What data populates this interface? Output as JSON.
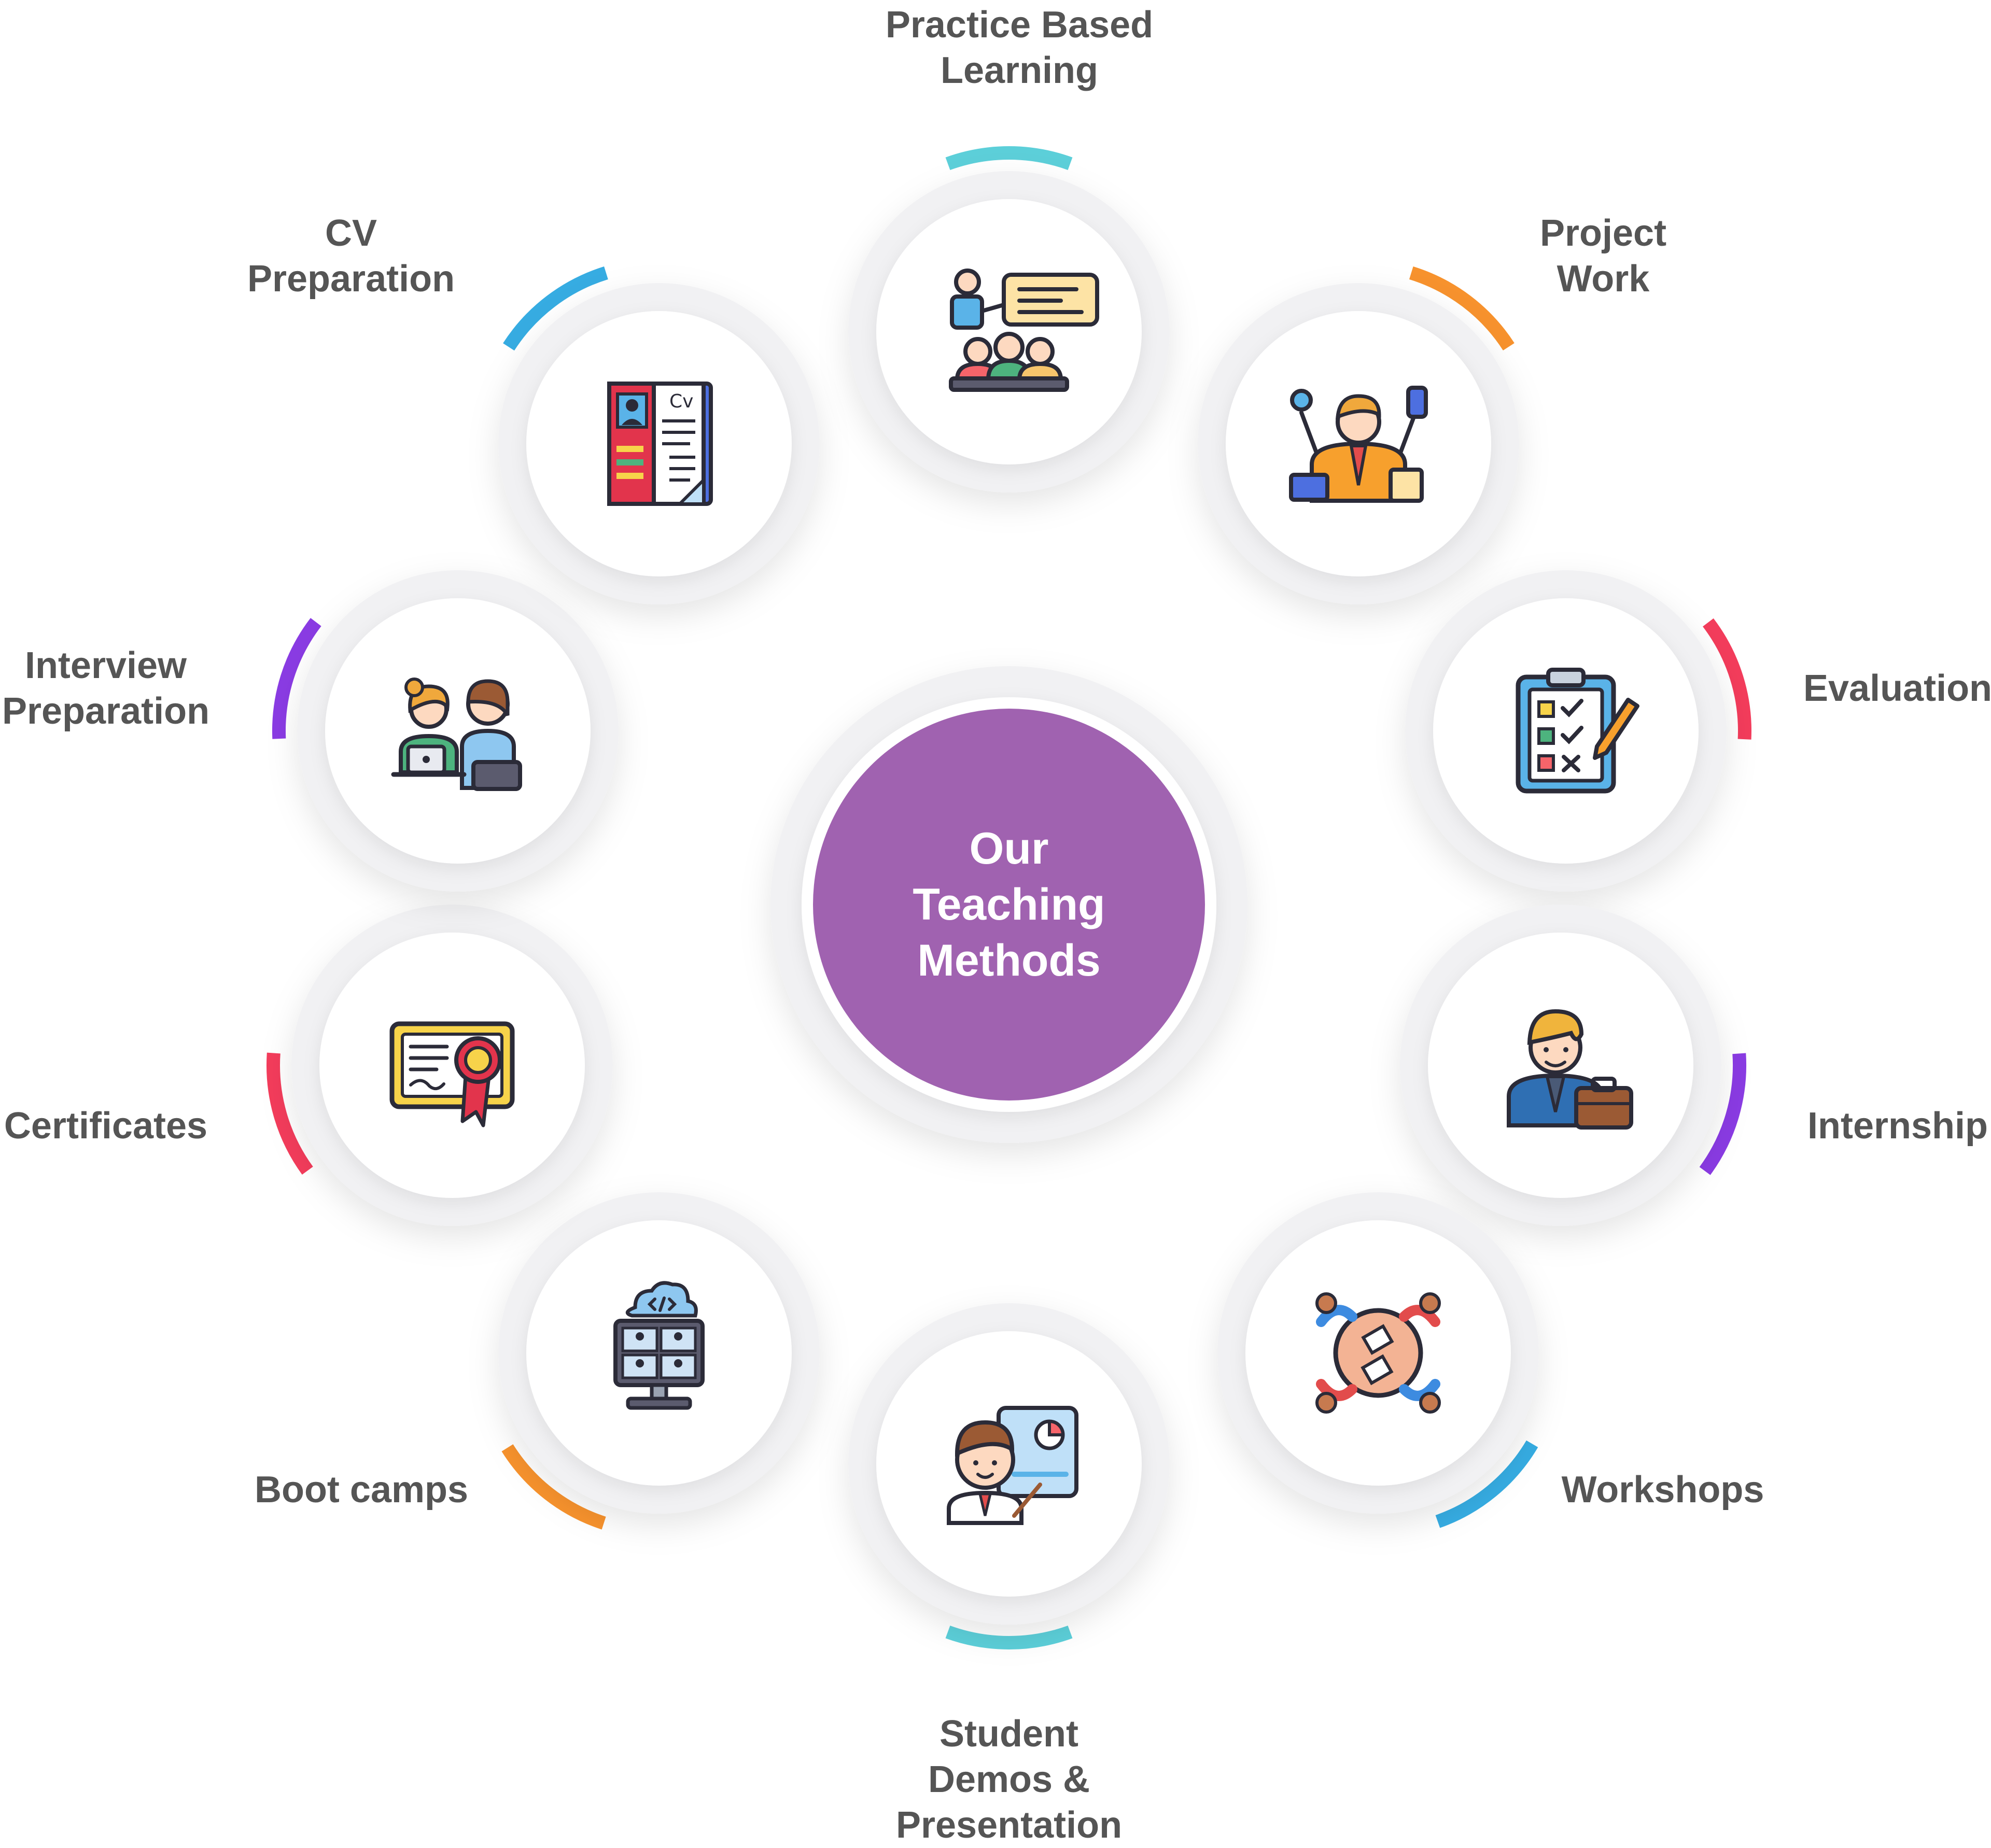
{
  "center": {
    "title_lines": [
      "Our",
      "Teaching",
      "Methods"
    ],
    "color": "#a062b0"
  },
  "methods": [
    {
      "id": "practice-based-learning",
      "lines": [
        "Practice Based",
        "Learning"
      ],
      "accent": "#5ccfd9",
      "icon": "classroom-presentation-icon"
    },
    {
      "id": "project-work",
      "lines": [
        "Project",
        "Work"
      ],
      "accent": "#f7922d",
      "icon": "multitasking-businessman-icon"
    },
    {
      "id": "evaluation",
      "lines": [
        "Evaluation"
      ],
      "accent": "#f33c5b",
      "icon": "checklist-clipboard-icon"
    },
    {
      "id": "internship",
      "lines": [
        "Internship"
      ],
      "accent": "#8a3be3",
      "icon": "employee-with-briefcase-icon"
    },
    {
      "id": "workshops",
      "lines": [
        "Workshops"
      ],
      "accent": "#36ace2",
      "icon": "teamwork-table-icon"
    },
    {
      "id": "student-demos",
      "lines": [
        "Student",
        "Demos &",
        "Presentation"
      ],
      "accent": "#5ccfd9",
      "icon": "student-presenting-icon"
    },
    {
      "id": "boot-camps",
      "lines": [
        "Boot camps"
      ],
      "accent": "#f7922d",
      "icon": "online-meeting-monitor-icon"
    },
    {
      "id": "certificates",
      "lines": [
        "Certificates"
      ],
      "accent": "#f33c5b",
      "icon": "certificate-ribbon-icon"
    },
    {
      "id": "interview-preparation",
      "lines": [
        "Interview",
        "Preparation"
      ],
      "accent": "#8a3be3",
      "icon": "interview-people-icon"
    },
    {
      "id": "cv-preparation",
      "lines": [
        "CV",
        "Preparation"
      ],
      "accent": "#36ace2",
      "icon": "cv-document-icon"
    }
  ]
}
